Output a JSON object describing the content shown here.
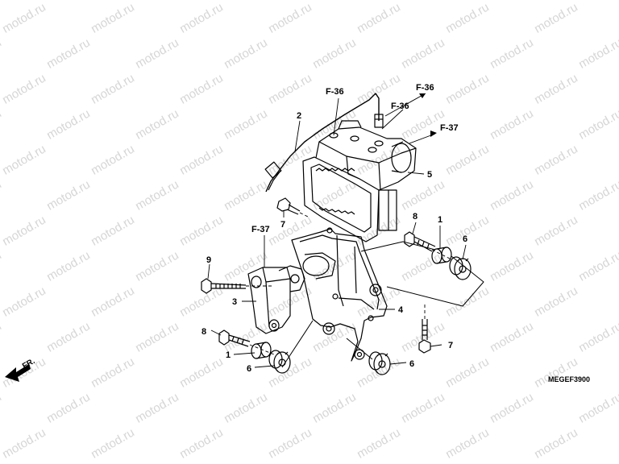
{
  "watermark_text": "motod.ru",
  "diagram_code": "MEGEF3900",
  "front_indicator": "FR.",
  "references": {
    "f36_top": "F-36",
    "f36_right_upper": "F-36",
    "f36_right_lower": "F-36",
    "f37_right": "F-37",
    "f37_left": "F-37"
  },
  "callouts": {
    "n2": "2",
    "n5": "5",
    "n7_top": "7",
    "n8_right": "8",
    "n1_right": "1",
    "n6_right": "6",
    "n9": "9",
    "n3": "3",
    "n4": "4",
    "n8_left": "8",
    "n1_left": "1",
    "n6_left": "6",
    "n7_bottom": "7",
    "n6_bottom": "6"
  }
}
